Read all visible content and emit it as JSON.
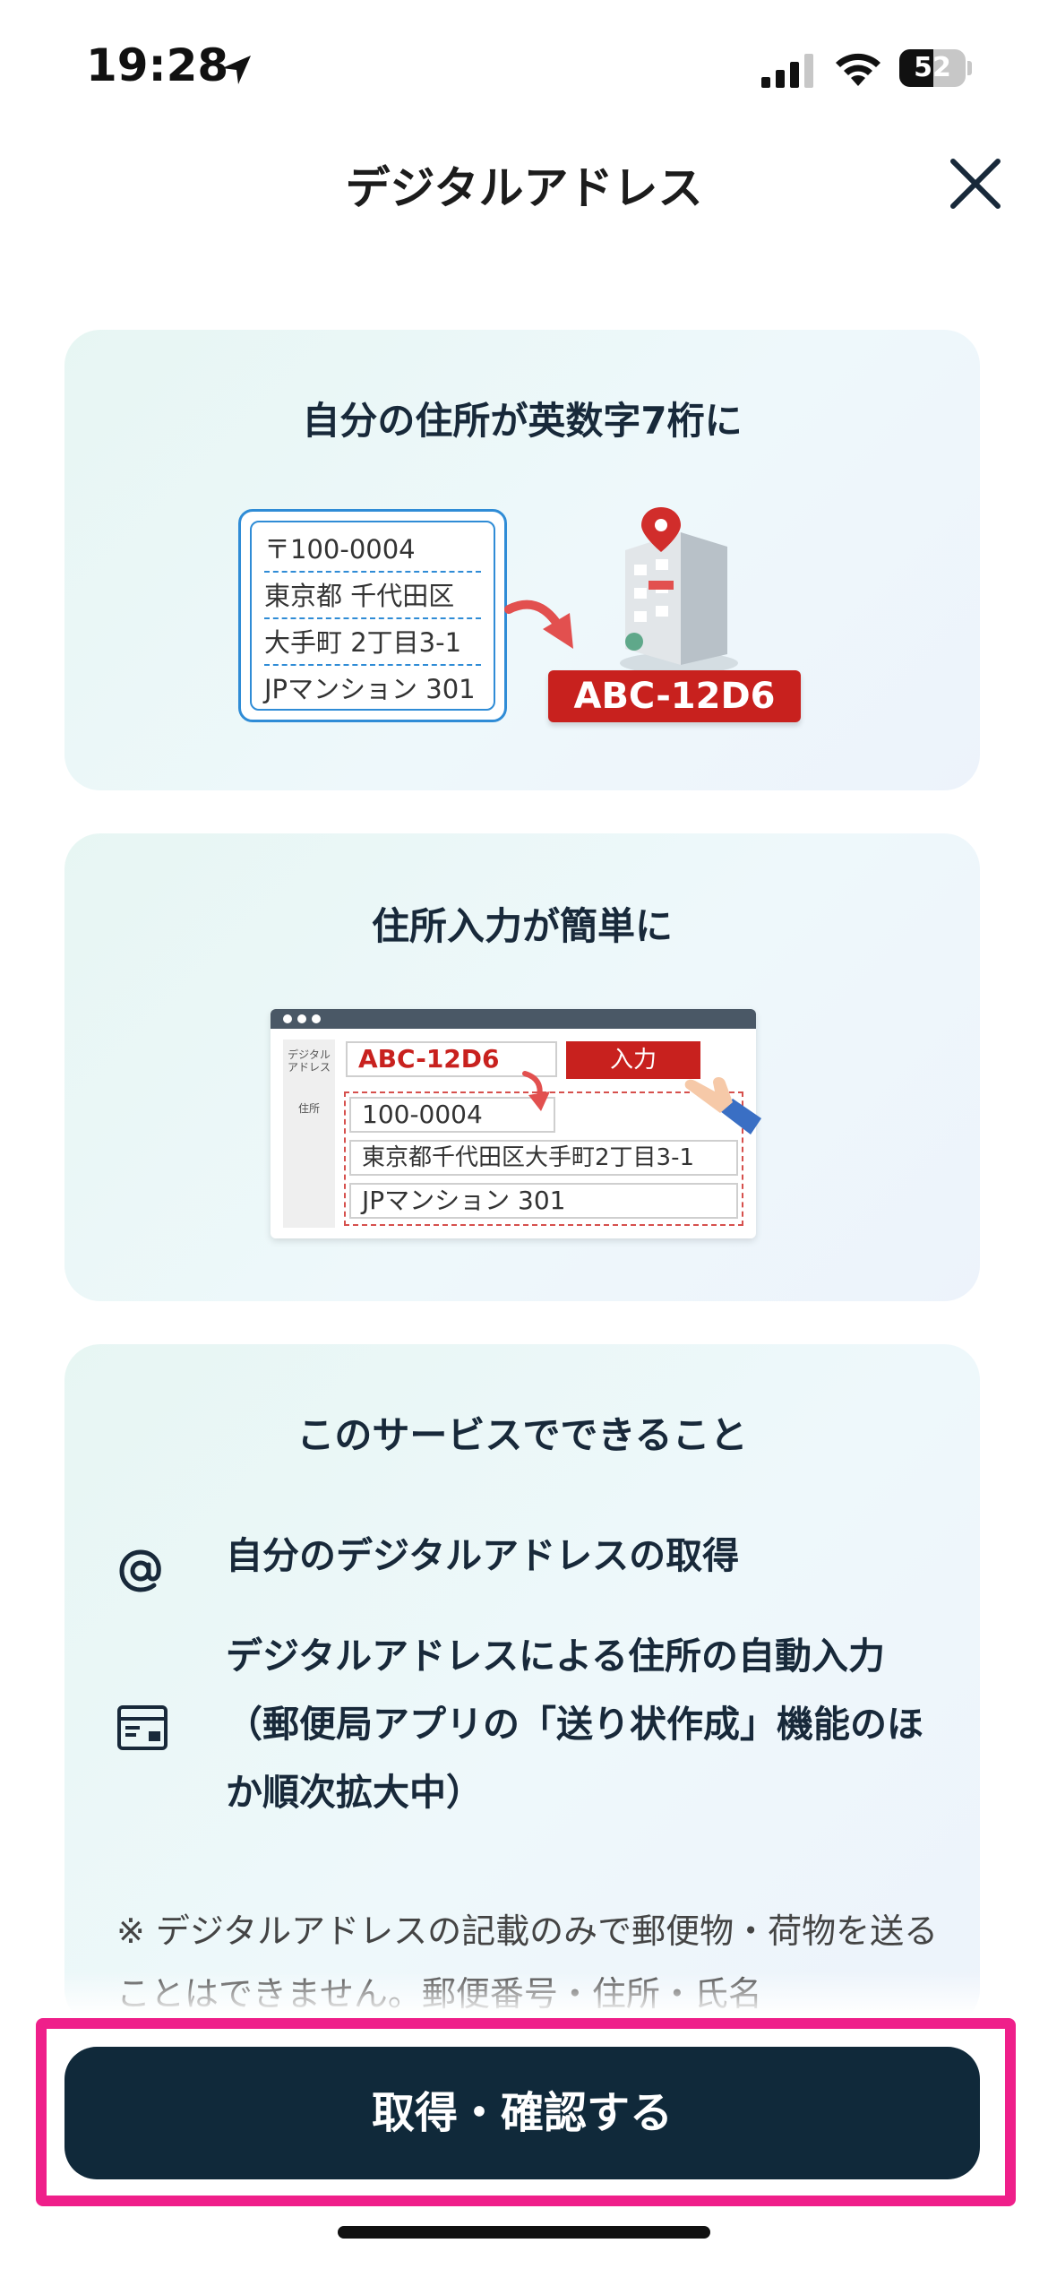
{
  "status_bar": {
    "time": "19:28",
    "battery": "52",
    "battery_level": 0.52
  },
  "header": {
    "title": "デジタルアドレス"
  },
  "card1": {
    "title": "自分の住所が英数字7桁に",
    "address_lines": [
      "〒100-0004",
      "東京都 千代田区",
      "大手町 2丁目3-1",
      "JPマンション 301"
    ],
    "code": "ABC-12D6"
  },
  "card2": {
    "title": "住所入力が簡単に",
    "label_digital": "デジタル",
    "label_address": "アドレス",
    "label_jusho": "住所",
    "code": "ABC-12D6",
    "input_button": "入力",
    "zip": "100-0004",
    "address1": "東京都千代田区大手町2丁目3-1",
    "address2": "JPマンション 301"
  },
  "card3": {
    "title": "このサービスでできること",
    "features": [
      {
        "icon": "at-sign-icon",
        "text": "自分のデジタルアドレスの取得"
      },
      {
        "icon": "card-icon",
        "text": "デジタルアドレスによる住所の自動入力（郵便局アプリの「送り状作成」機能のほか順次拡大中）"
      }
    ],
    "note": "※ デジタルアドレスの記載のみで郵便物・荷物を送ることはできません。郵便番号・住所・氏名"
  },
  "cta": {
    "label": "取得・確認する"
  },
  "colors": {
    "primary": "#10293a",
    "accent_red": "#c8211e",
    "highlight": "#ef1f8a",
    "card_bg": "#e9f6f5"
  }
}
